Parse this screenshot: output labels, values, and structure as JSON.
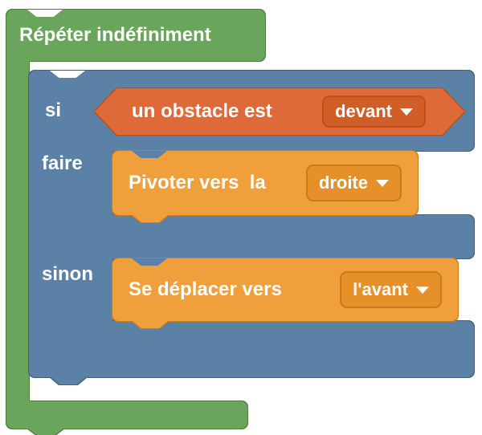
{
  "palette": {
    "workspace_background": "#FFFFFF",
    "repeat_green": "#69A55B",
    "repeat_green_border": "#4E7C41",
    "if_blue": "#5C81A6",
    "if_blue_border": "#44617C",
    "condition_orange": "#DD6A38",
    "condition_orange_border": "#B5511E",
    "condition_dropdown_fill": "#D05E27",
    "action_orange": "#EFA03C",
    "action_orange_border": "#C77E18",
    "action_dropdown_fill": "#E69029",
    "text": "#FFFFFF"
  },
  "icons": {
    "dropdown_caret": "chevron-down"
  },
  "blocks": {
    "repeat_forever": {
      "label": "Répéter indéfiniment"
    },
    "if_else": {
      "if_label": "si",
      "do_label": "faire",
      "else_label": "sinon"
    },
    "condition": {
      "text": "un obstacle est",
      "dropdown": {
        "value": "devant"
      }
    },
    "action_pivot": {
      "text": "Pivoter vers  la",
      "dropdown": {
        "value": "droite"
      }
    },
    "action_move": {
      "text": "Se déplacer vers",
      "dropdown": {
        "value": "l'avant"
      }
    }
  }
}
